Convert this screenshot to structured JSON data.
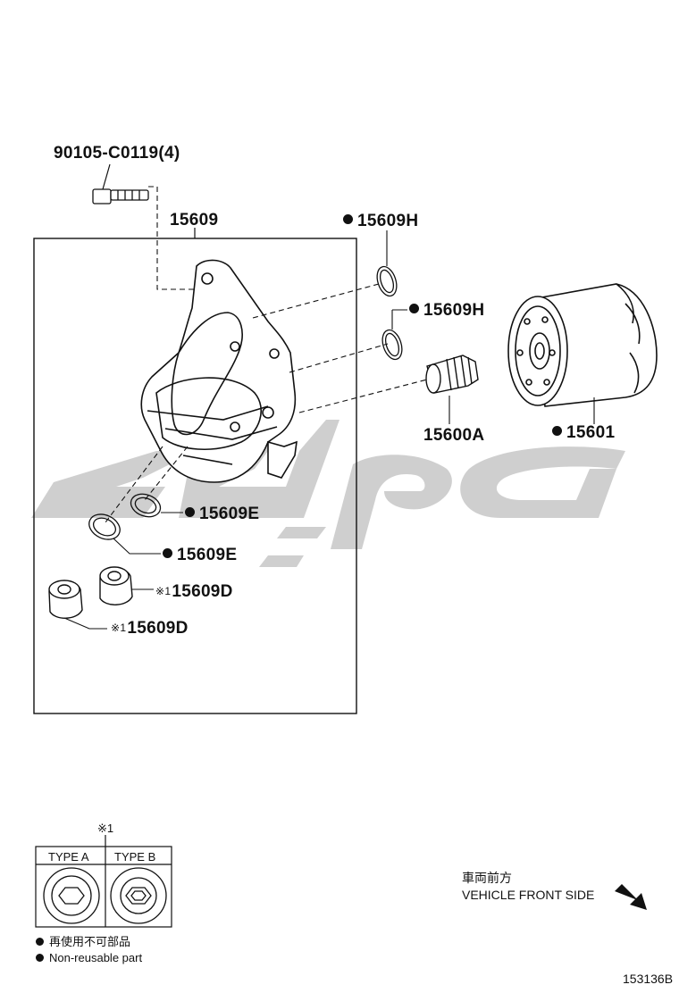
{
  "parts": {
    "bolt": "90105-C0119(4)",
    "housing": "15609",
    "o_ring_h_1": "15609H",
    "o_ring_h_2": "15609H",
    "union": "15600A",
    "filter": "15601",
    "gasket_e_1": "15609E",
    "gasket_e_2": "15609E",
    "plug_d_1": "15609D",
    "plug_d_2": "15609D"
  },
  "reference_mark": "※1",
  "legend": {
    "mark": "※1",
    "type_a": "TYPE A",
    "type_b": "TYPE B",
    "note_jp": "再使用不可部品",
    "note_en": "Non-reusable part"
  },
  "direction": {
    "label_jp": "車両前方",
    "label_en": "VEHICLE FRONT SIDE"
  },
  "illustration_id": "153136B",
  "watermark_color": "#cfcfcf",
  "line_color": "#111111"
}
